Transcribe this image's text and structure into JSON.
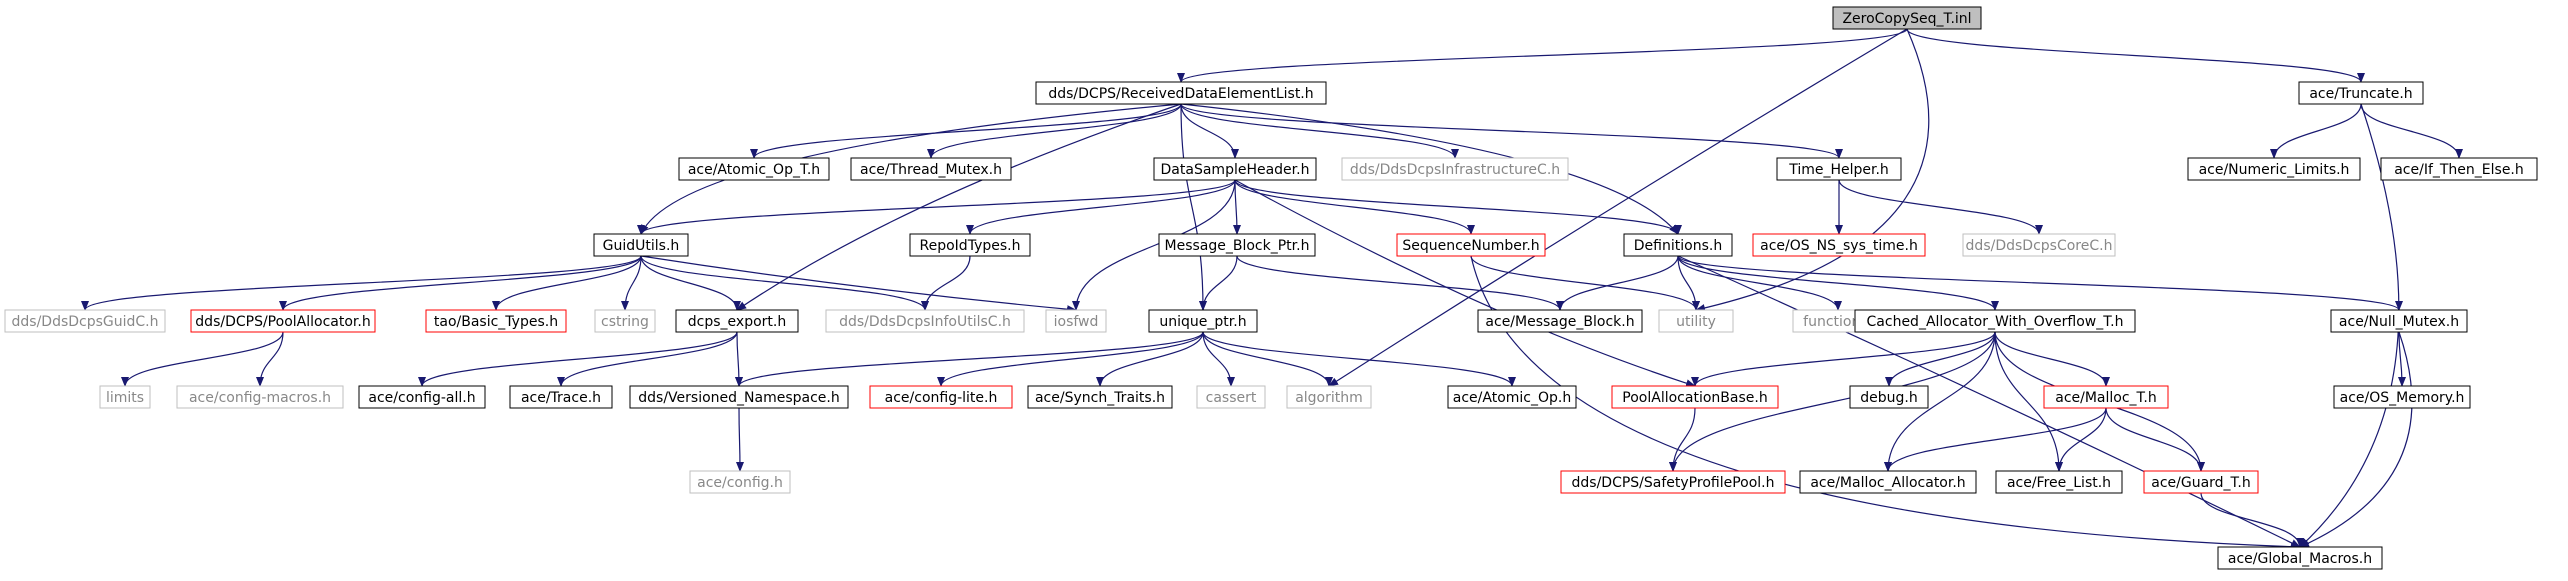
{
  "colors": {
    "edge": "#191970",
    "border_default": "#000000",
    "border_red": "#ff0000",
    "border_gray": "#bfbfbf",
    "fill_root": "#bfbfbf",
    "fill_default": "#ffffff",
    "text_default": "#000000",
    "text_gray": "#888888"
  },
  "nodes": [
    {
      "id": "root",
      "label": "ZeroCopySeq_T.inl",
      "style": "root"
    },
    {
      "id": "rdel",
      "label": "dds/DCPS/ReceivedDataElementList.h",
      "style": "default"
    },
    {
      "id": "trunc",
      "label": "ace/Truncate.h",
      "style": "default"
    },
    {
      "id": "atomicopt",
      "label": "ace/Atomic_Op_T.h",
      "style": "default"
    },
    {
      "id": "threadmutex",
      "label": "ace/Thread_Mutex.h",
      "style": "default"
    },
    {
      "id": "dsh",
      "label": "DataSampleHeader.h",
      "style": "default"
    },
    {
      "id": "infracore",
      "label": "dds/DdsDcpsInfrastructureC.h",
      "style": "gray"
    },
    {
      "id": "timehelper",
      "label": "Time_Helper.h",
      "style": "default"
    },
    {
      "id": "numlimits",
      "label": "ace/Numeric_Limits.h",
      "style": "default"
    },
    {
      "id": "ifthen",
      "label": "ace/If_Then_Else.h",
      "style": "default"
    },
    {
      "id": "guidutils",
      "label": "GuidUtils.h",
      "style": "default"
    },
    {
      "id": "repoid",
      "label": "RepoIdTypes.h",
      "style": "default"
    },
    {
      "id": "mbptr",
      "label": "Message_Block_Ptr.h",
      "style": "default"
    },
    {
      "id": "seqnum",
      "label": "SequenceNumber.h",
      "style": "red"
    },
    {
      "id": "defs",
      "label": "Definitions.h",
      "style": "default"
    },
    {
      "id": "osns",
      "label": "ace/OS_NS_sys_time.h",
      "style": "red"
    },
    {
      "id": "corec",
      "label": "dds/DdsDcpsCoreC.h",
      "style": "gray"
    },
    {
      "id": "guidc",
      "label": "dds/DdsDcpsGuidC.h",
      "style": "gray"
    },
    {
      "id": "poolalloc",
      "label": "dds/DCPS/PoolAllocator.h",
      "style": "red"
    },
    {
      "id": "basictypes",
      "label": "tao/Basic_Types.h",
      "style": "red"
    },
    {
      "id": "cstring",
      "label": "cstring",
      "style": "gray"
    },
    {
      "id": "dcpsexport",
      "label": "dcps_export.h",
      "style": "default"
    },
    {
      "id": "infoutils",
      "label": "dds/DdsDcpsInfoUtilsC.h",
      "style": "gray"
    },
    {
      "id": "iosfwd",
      "label": "iosfwd",
      "style": "gray"
    },
    {
      "id": "uniqueptr",
      "label": "unique_ptr.h",
      "style": "default"
    },
    {
      "id": "msgblock",
      "label": "ace/Message_Block.h",
      "style": "default"
    },
    {
      "id": "utility",
      "label": "utility",
      "style": "gray"
    },
    {
      "id": "functional",
      "label": "functional",
      "style": "gray"
    },
    {
      "id": "cawo",
      "label": "Cached_Allocator_With_Overflow_T.h",
      "style": "default"
    },
    {
      "id": "nullmutex",
      "label": "ace/Null_Mutex.h",
      "style": "default"
    },
    {
      "id": "limits",
      "label": "limits",
      "style": "gray"
    },
    {
      "id": "configmacros",
      "label": "ace/config-macros.h",
      "style": "gray"
    },
    {
      "id": "configall",
      "label": "ace/config-all.h",
      "style": "default"
    },
    {
      "id": "trace",
      "label": "ace/Trace.h",
      "style": "default"
    },
    {
      "id": "versioned",
      "label": "dds/Versioned_Namespace.h",
      "style": "default"
    },
    {
      "id": "configlite",
      "label": "ace/config-lite.h",
      "style": "red"
    },
    {
      "id": "synchtraits",
      "label": "ace/Synch_Traits.h",
      "style": "default"
    },
    {
      "id": "cassert",
      "label": "cassert",
      "style": "gray"
    },
    {
      "id": "algorithm",
      "label": "algorithm",
      "style": "gray"
    },
    {
      "id": "atomicop",
      "label": "ace/Atomic_Op.h",
      "style": "default"
    },
    {
      "id": "poolallocbase",
      "label": "PoolAllocationBase.h",
      "style": "red"
    },
    {
      "id": "debug",
      "label": "debug.h",
      "style": "default"
    },
    {
      "id": "malloct",
      "label": "ace/Malloc_T.h",
      "style": "red"
    },
    {
      "id": "osmemory",
      "label": "ace/OS_Memory.h",
      "style": "default"
    },
    {
      "id": "config",
      "label": "ace/config.h",
      "style": "gray"
    },
    {
      "id": "safetypool",
      "label": "dds/DCPS/SafetyProfilePool.h",
      "style": "red"
    },
    {
      "id": "mallocalloc",
      "label": "ace/Malloc_Allocator.h",
      "style": "default"
    },
    {
      "id": "freelist",
      "label": "ace/Free_List.h",
      "style": "default"
    },
    {
      "id": "guardt",
      "label": "ace/Guard_T.h",
      "style": "red"
    },
    {
      "id": "globalmacros",
      "label": "ace/Global_Macros.h",
      "style": "default"
    }
  ],
  "edges": [
    [
      "root",
      "rdel"
    ],
    [
      "root",
      "trunc"
    ],
    [
      "root",
      "algorithm"
    ],
    [
      "root",
      "utility"
    ],
    [
      "rdel",
      "guidutils"
    ],
    [
      "rdel",
      "atomicopt"
    ],
    [
      "rdel",
      "threadmutex"
    ],
    [
      "rdel",
      "dsh"
    ],
    [
      "rdel",
      "infracore"
    ],
    [
      "rdel",
      "timehelper"
    ],
    [
      "rdel",
      "dcpsexport"
    ],
    [
      "rdel",
      "uniqueptr"
    ],
    [
      "rdel",
      "defs"
    ],
    [
      "trunc",
      "numlimits"
    ],
    [
      "trunc",
      "ifthen"
    ],
    [
      "trunc",
      "globalmacros"
    ],
    [
      "dsh",
      "guidutils"
    ],
    [
      "dsh",
      "repoid"
    ],
    [
      "dsh",
      "mbptr"
    ],
    [
      "dsh",
      "seqnum"
    ],
    [
      "dsh",
      "defs"
    ],
    [
      "dsh",
      "iosfwd"
    ],
    [
      "dsh",
      "poolallocbase"
    ],
    [
      "timehelper",
      "osns"
    ],
    [
      "timehelper",
      "corec"
    ],
    [
      "guidutils",
      "guidc"
    ],
    [
      "guidutils",
      "poolalloc"
    ],
    [
      "guidutils",
      "basictypes"
    ],
    [
      "guidutils",
      "cstring"
    ],
    [
      "guidutils",
      "dcpsexport"
    ],
    [
      "guidutils",
      "infoutils"
    ],
    [
      "guidutils",
      "iosfwd"
    ],
    [
      "repoid",
      "infoutils"
    ],
    [
      "mbptr",
      "uniqueptr"
    ],
    [
      "mbptr",
      "msgblock"
    ],
    [
      "seqnum",
      "utility"
    ],
    [
      "seqnum",
      "globalmacros"
    ],
    [
      "defs",
      "msgblock"
    ],
    [
      "defs",
      "utility"
    ],
    [
      "defs",
      "functional"
    ],
    [
      "defs",
      "cawo"
    ],
    [
      "defs",
      "nullmutex"
    ],
    [
      "defs",
      "globalmacros"
    ],
    [
      "poolalloc",
      "limits"
    ],
    [
      "poolalloc",
      "configmacros"
    ],
    [
      "dcpsexport",
      "configall"
    ],
    [
      "dcpsexport",
      "trace"
    ],
    [
      "dcpsexport",
      "versioned"
    ],
    [
      "uniqueptr",
      "versioned"
    ],
    [
      "uniqueptr",
      "configlite"
    ],
    [
      "uniqueptr",
      "synchtraits"
    ],
    [
      "uniqueptr",
      "cassert"
    ],
    [
      "uniqueptr",
      "algorithm"
    ],
    [
      "uniqueptr",
      "atomicop"
    ],
    [
      "cawo",
      "poolallocbase"
    ],
    [
      "cawo",
      "debug"
    ],
    [
      "cawo",
      "malloct"
    ],
    [
      "cawo",
      "safetypool"
    ],
    [
      "cawo",
      "mallocalloc"
    ],
    [
      "cawo",
      "freelist"
    ],
    [
      "cawo",
      "guardt"
    ],
    [
      "nullmutex",
      "osmemory"
    ],
    [
      "nullmutex",
      "globalmacros"
    ],
    [
      "versioned",
      "config"
    ],
    [
      "poolallocbase",
      "safetypool"
    ],
    [
      "malloct",
      "mallocalloc"
    ],
    [
      "malloct",
      "freelist"
    ],
    [
      "malloct",
      "guardt"
    ],
    [
      "guardt",
      "globalmacros"
    ]
  ]
}
